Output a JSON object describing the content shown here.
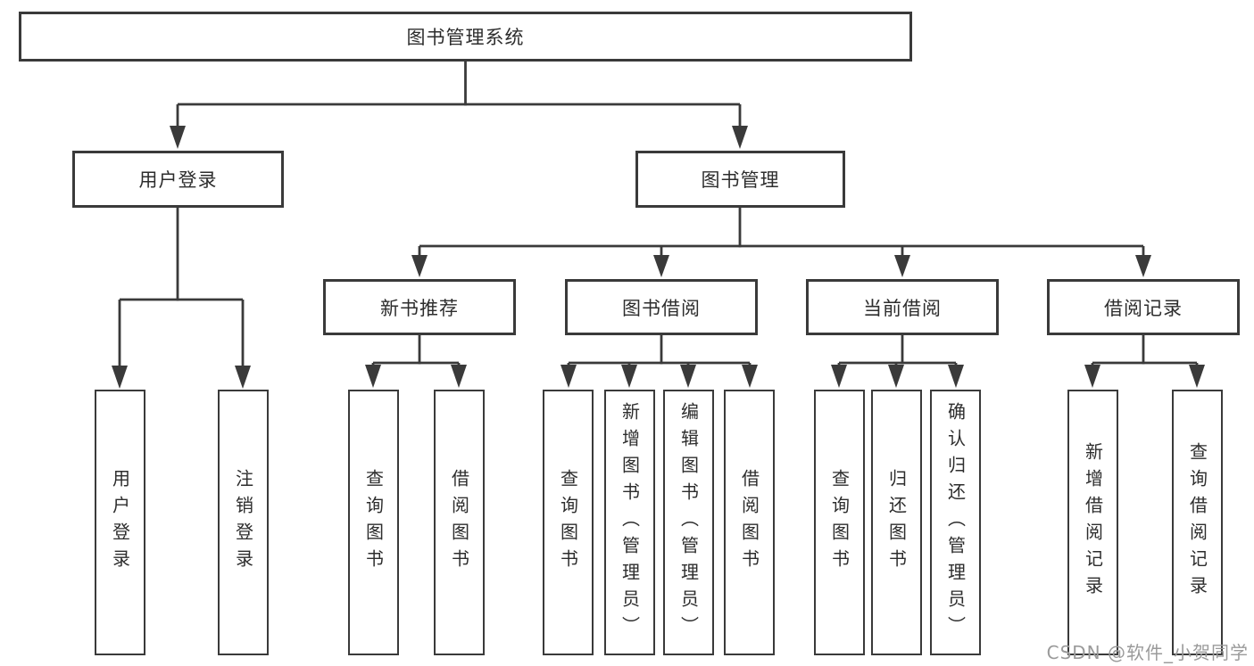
{
  "colors": {
    "line": "#3a3a3a",
    "border": "#3a3a3a",
    "text": "#2d2d2d",
    "bg": "#ffffff",
    "watermark": "#9a9a9a"
  },
  "watermark": {
    "text": "CSDN @软件_小贺同学"
  },
  "tree": {
    "root": {
      "label": "图书管理系统"
    },
    "level2": [
      {
        "label": "用户登录"
      },
      {
        "label": "图书管理"
      }
    ],
    "level3": [
      {
        "label": "新书推荐",
        "parent": "图书管理"
      },
      {
        "label": "图书借阅",
        "parent": "图书管理"
      },
      {
        "label": "当前借阅",
        "parent": "图书管理"
      },
      {
        "label": "借阅记录",
        "parent": "图书管理"
      }
    ],
    "leaves": [
      {
        "label": "用户登录",
        "parent": "用户登录"
      },
      {
        "label": "注销登录",
        "parent": "用户登录"
      },
      {
        "label": "查询图书",
        "parent": "新书推荐"
      },
      {
        "label": "借阅图书",
        "parent": "新书推荐"
      },
      {
        "label": "查询图书",
        "parent": "图书借阅"
      },
      {
        "label": "新增图书（管理员）",
        "parent": "图书借阅"
      },
      {
        "label": "编辑图书（管理员）",
        "parent": "图书借阅"
      },
      {
        "label": "借阅图书",
        "parent": "图书借阅"
      },
      {
        "label": "查询图书",
        "parent": "当前借阅"
      },
      {
        "label": "归还图书",
        "parent": "当前借阅"
      },
      {
        "label": "确认归还（管理员）",
        "parent": "当前借阅"
      },
      {
        "label": "新增借阅记录",
        "parent": "借阅记录"
      },
      {
        "label": "查询借阅记录",
        "parent": "借阅记录"
      }
    ]
  }
}
